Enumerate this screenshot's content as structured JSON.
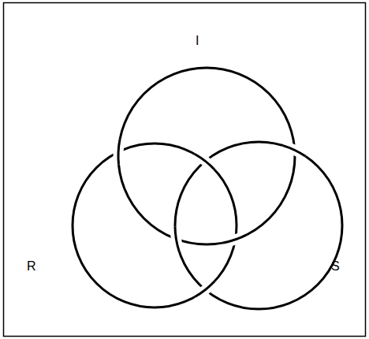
{
  "diagram": {
    "labels": [
      "I",
      "R",
      "S"
    ]
  }
}
